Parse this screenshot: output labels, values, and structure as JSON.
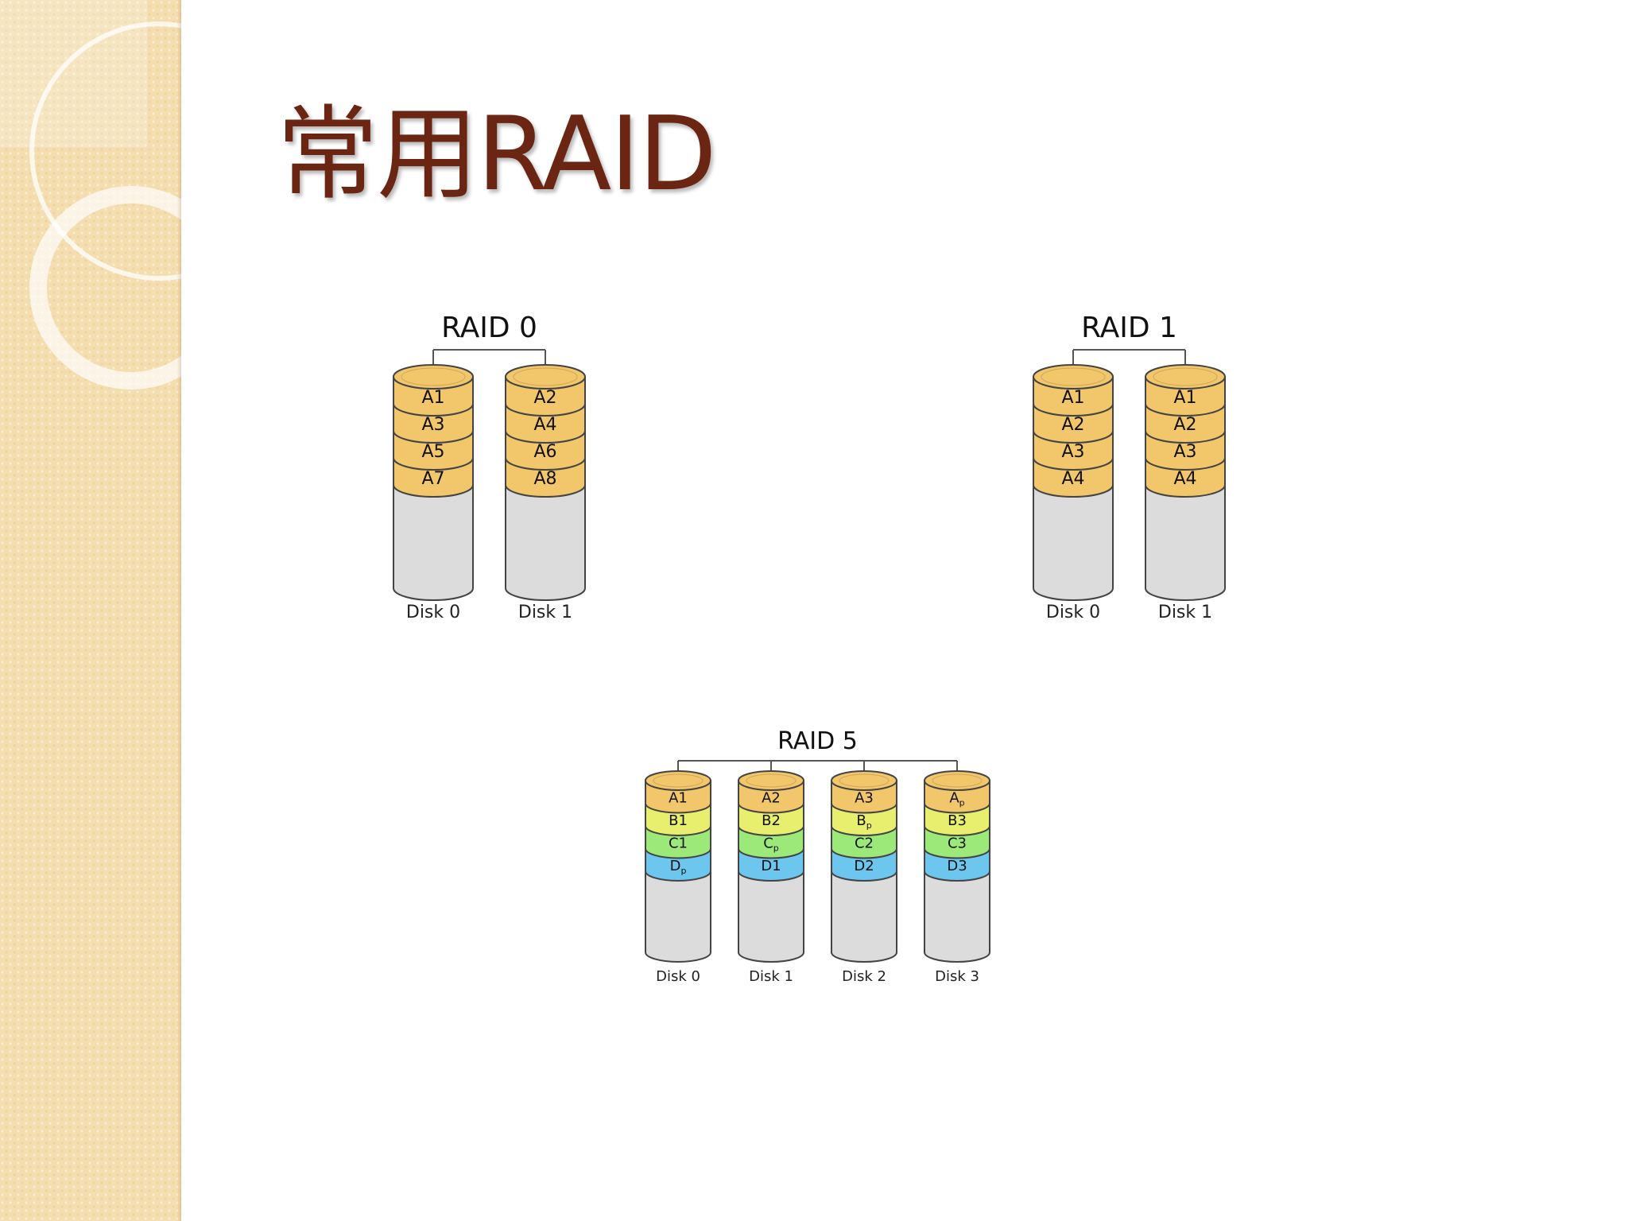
{
  "slide": {
    "title": "常用RAID"
  },
  "colors": {
    "title": "#6b2513",
    "sidebar": "#f4deb0",
    "stripe_A": "#f2c66a",
    "stripe_B": "#e8ee6e",
    "stripe_C": "#9ce97a",
    "stripe_D": "#6cc6ee",
    "disk_body": "#dcdcdc"
  },
  "raid0": {
    "title": "RAID 0",
    "disks": [
      {
        "label": "Disk 0",
        "blocks": [
          {
            "text": "A1",
            "group": "A"
          },
          {
            "text": "A3",
            "group": "A"
          },
          {
            "text": "A5",
            "group": "A"
          },
          {
            "text": "A7",
            "group": "A"
          }
        ]
      },
      {
        "label": "Disk 1",
        "blocks": [
          {
            "text": "A2",
            "group": "A"
          },
          {
            "text": "A4",
            "group": "A"
          },
          {
            "text": "A6",
            "group": "A"
          },
          {
            "text": "A8",
            "group": "A"
          }
        ]
      }
    ]
  },
  "raid1": {
    "title": "RAID 1",
    "disks": [
      {
        "label": "Disk 0",
        "blocks": [
          {
            "text": "A1",
            "group": "A"
          },
          {
            "text": "A2",
            "group": "A"
          },
          {
            "text": "A3",
            "group": "A"
          },
          {
            "text": "A4",
            "group": "A"
          }
        ]
      },
      {
        "label": "Disk 1",
        "blocks": [
          {
            "text": "A1",
            "group": "A"
          },
          {
            "text": "A2",
            "group": "A"
          },
          {
            "text": "A3",
            "group": "A"
          },
          {
            "text": "A4",
            "group": "A"
          }
        ]
      }
    ]
  },
  "raid5": {
    "title": "RAID 5",
    "disks": [
      {
        "label": "Disk 0",
        "blocks": [
          {
            "text": "A1",
            "group": "A"
          },
          {
            "text": "B1",
            "group": "B"
          },
          {
            "text": "C1",
            "group": "C"
          },
          {
            "text": "D",
            "sub": "p",
            "group": "D"
          }
        ]
      },
      {
        "label": "Disk 1",
        "blocks": [
          {
            "text": "A2",
            "group": "A"
          },
          {
            "text": "B2",
            "group": "B"
          },
          {
            "text": "C",
            "sub": "p",
            "group": "C"
          },
          {
            "text": "D1",
            "group": "D"
          }
        ]
      },
      {
        "label": "Disk 2",
        "blocks": [
          {
            "text": "A3",
            "group": "A"
          },
          {
            "text": "B",
            "sub": "p",
            "group": "B"
          },
          {
            "text": "C2",
            "group": "C"
          },
          {
            "text": "D2",
            "group": "D"
          }
        ]
      },
      {
        "label": "Disk 3",
        "blocks": [
          {
            "text": "A",
            "sub": "p",
            "group": "A"
          },
          {
            "text": "B3",
            "group": "B"
          },
          {
            "text": "C3",
            "group": "C"
          },
          {
            "text": "D3",
            "group": "D"
          }
        ]
      }
    ]
  }
}
